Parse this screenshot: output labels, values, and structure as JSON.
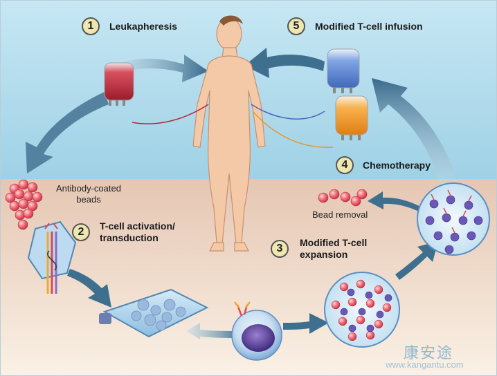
{
  "steps": [
    {
      "number": "1",
      "label": "Leukapheresis"
    },
    {
      "number": "2",
      "label": "T-cell activation/ transduction"
    },
    {
      "number": "3",
      "label": "Modified T-cell expansion"
    },
    {
      "number": "4",
      "label": "Chemotherapy"
    },
    {
      "number": "5",
      "label": "Modified T-cell infusion"
    }
  ],
  "labels": {
    "beads": "Antibody-coated beads",
    "bead_removal": "Bead removal"
  },
  "watermark": {
    "chinese": "康安途",
    "url": "www.kangantu.com"
  },
  "colors": {
    "sky": "#a8d6e8",
    "ground": "#e3c9b8",
    "arrow": "#3f6f8f",
    "skin": "#f3c9a8",
    "blood_bag": "#b3263a",
    "blue_bag": "#4f7fce",
    "orange_bag": "#f09a2e",
    "bead": "#e8505a",
    "step_circle": "#efe7b0"
  }
}
